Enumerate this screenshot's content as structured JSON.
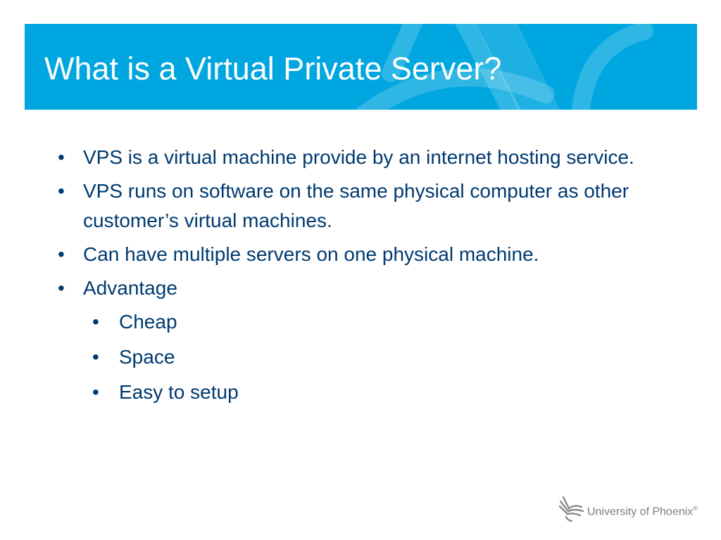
{
  "slide": {
    "title": "What is a Virtual Private Server?",
    "bullets": [
      "VPS is a virtual machine provide by an internet hosting service.",
      "VPS runs on software on the same physical computer as other customer’s virtual machines.",
      "Can have multiple servers on one physical machine.",
      "Advantage"
    ],
    "sub_bullets": [
      "Cheap",
      "Space",
      "Easy to setup"
    ],
    "bullet_symbol": "•"
  },
  "logo": {
    "text": "University of Phoenix",
    "registered_mark": "®",
    "icon": "phoenix-bird-icon"
  },
  "colors": {
    "banner": "#00a6e0",
    "title_text": "#ffffff",
    "body_text": "#003a70",
    "logo_text": "#7d7d7d"
  }
}
